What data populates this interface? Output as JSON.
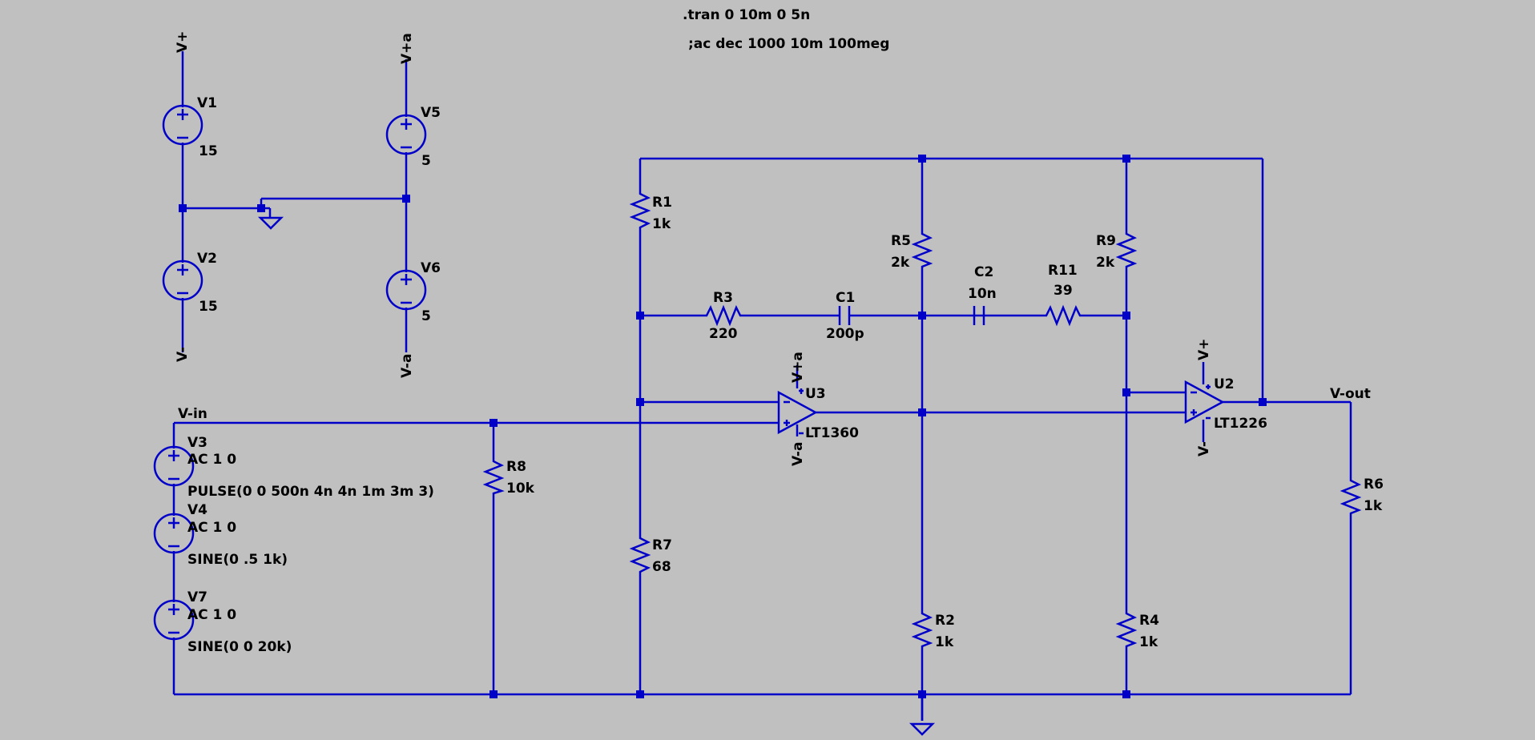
{
  "directives": {
    "tran": ".tran 0 10m 0 5n",
    "ac": ";ac dec 1000 10m 100meg"
  },
  "nets": {
    "vplus": "V+",
    "vminus": "V-",
    "vplus_a": "V+a",
    "vminus_a": "V-a",
    "vin": "V-in",
    "vout": "V-out"
  },
  "sources": {
    "V1": {
      "name": "V1",
      "value": "15"
    },
    "V2": {
      "name": "V2",
      "value": "15"
    },
    "V5": {
      "name": "V5",
      "value": "5"
    },
    "V6": {
      "name": "V6",
      "value": "5"
    },
    "V3": {
      "name": "V3",
      "ac": "AC 1 0",
      "value": "PULSE(0 0 500n 4n 4n 1m 3m 3)"
    },
    "V4": {
      "name": "V4",
      "ac": "AC 1 0",
      "value": "SINE(0 .5 1k)"
    },
    "V7": {
      "name": "V7",
      "ac": "AC 1 0",
      "value": "SINE(0 0 20k)"
    }
  },
  "resistors": {
    "R1": {
      "name": "R1",
      "value": "1k"
    },
    "R2": {
      "name": "R2",
      "value": "1k"
    },
    "R3": {
      "name": "R3",
      "value": "220"
    },
    "R4": {
      "name": "R4",
      "value": "1k"
    },
    "R5": {
      "name": "R5",
      "value": "2k"
    },
    "R6": {
      "name": "R6",
      "value": "1k"
    },
    "R7": {
      "name": "R7",
      "value": "68"
    },
    "R8": {
      "name": "R8",
      "value": "10k"
    },
    "R9": {
      "name": "R9",
      "value": "2k"
    },
    "R11": {
      "name": "R11",
      "value": "39"
    }
  },
  "capacitors": {
    "C1": {
      "name": "C1",
      "value": "200p"
    },
    "C2": {
      "name": "C2",
      "value": "10n"
    }
  },
  "opamps": {
    "U2": {
      "name": "U2",
      "model": "LT1226"
    },
    "U3": {
      "name": "U3",
      "model": "LT1360"
    }
  },
  "colors": {
    "background": "#c0c0c0",
    "wire": "#0000c8",
    "text": "#000000"
  }
}
